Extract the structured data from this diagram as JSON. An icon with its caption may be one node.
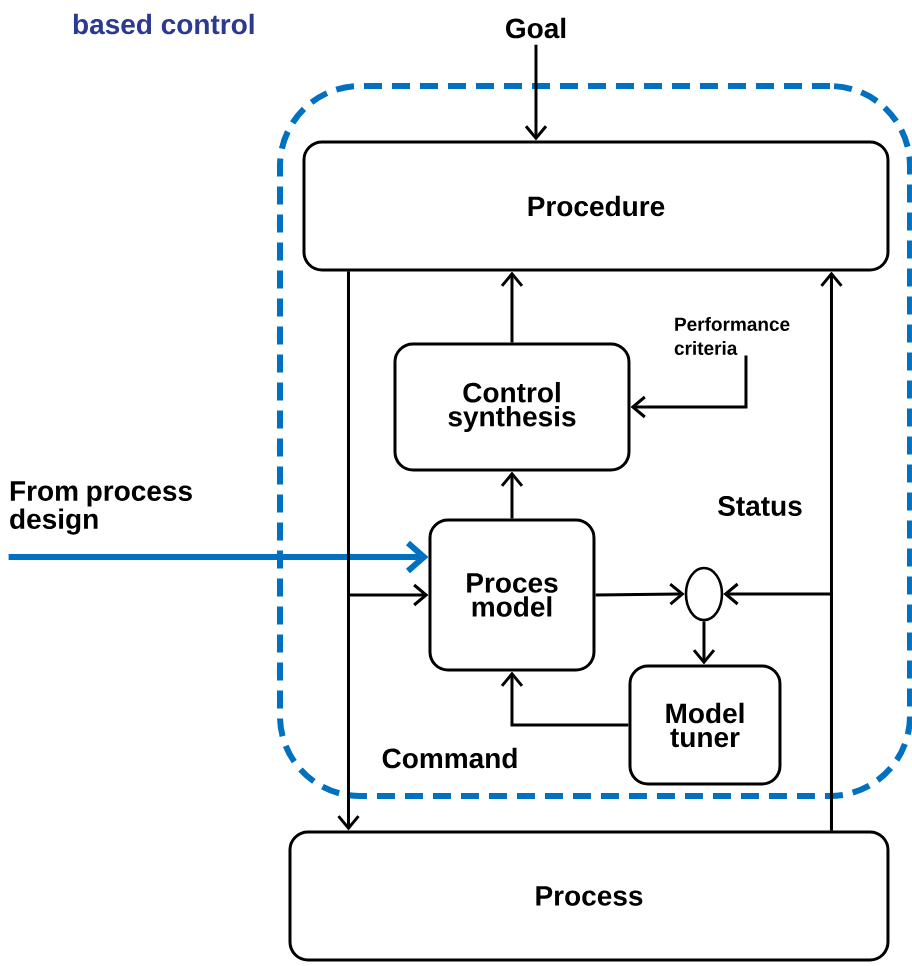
{
  "diagram": {
    "title": "based control",
    "nodes": [
      {
        "text": [],
        "shape": "box"
      },
      {
        "text": [
          "Procedure"
        ],
        "in": 0
      },
      {
        "text": [
          "Control synthesis"
        ],
        "in": 0
      },
      {
        "text": [
          "Proces model"
        ],
        "in": 0
      },
      {
        "text": [],
        "shape": "circle",
        "in": 0
      },
      {
        "text": [
          "Model tuner"
        ],
        "in": 0
      },
      {
        "text": [
          "Process"
        ]
      },
      {
        "text": [
          "Goal"
        ]
      },
      {
        "text": [
          "Performance criteria"
        ],
        "in": 0
      },
      {
        "text": [
          "From process design"
        ]
      }
    ],
    "edges": [
      {
        "from": 7,
        "to": 1,
        "arrow": "to"
      },
      {
        "from": 8,
        "to": 2,
        "arrow": "to"
      },
      {
        "from": 2,
        "to": 1,
        "arrow": "to"
      },
      {
        "from": 3,
        "to": 2,
        "arrow": "to"
      },
      {
        "from": 9,
        "to": 3,
        "arrow": "to",
        "style": "thick",
        "color": "#0070c0"
      },
      {
        "from": 1,
        "to": 6,
        "arrow": "to"
      },
      {
        "from": 1,
        "to": 3,
        "arrow": "to"
      },
      {
        "from": 3,
        "to": 4,
        "arrow": "to"
      },
      {
        "from": 6,
        "to": 1,
        "arrow": "to"
      },
      {
        "from": 6,
        "to": 4,
        "arrow": "to"
      },
      {
        "from": 4,
        "to": 5,
        "arrow": "to"
      },
      {
        "from": 5,
        "to": 3,
        "arrow": "to"
      }
    ],
    "labels": [
      "Status",
      "Command"
    ]
  }
}
